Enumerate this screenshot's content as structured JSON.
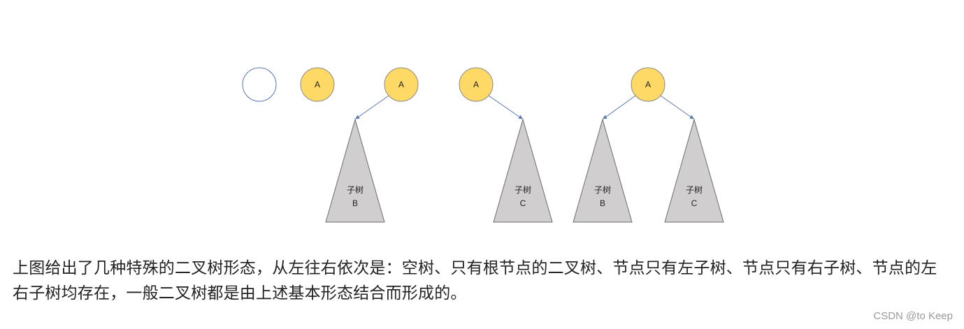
{
  "colors": {
    "node_fill": "#ffd966",
    "node_stroke": "#8a8a8a",
    "empty_stroke": "#5b77b3",
    "edge": "#5b77b3",
    "subtree_fill": "#d0cece",
    "subtree_stroke": "#6d6d6d"
  },
  "diagram": {
    "forms": [
      {
        "root_label": ""
      },
      {
        "root_label": "A"
      },
      {
        "root_label": "A",
        "subtree": {
          "line1": "子树",
          "line2": "B"
        }
      },
      {
        "root_label": "A",
        "subtree": {
          "line1": "子树",
          "line2": "C"
        }
      },
      {
        "root_label": "A",
        "left_subtree": {
          "line1": "子树",
          "line2": "B"
        },
        "right_subtree": {
          "line1": "子树",
          "line2": "C"
        }
      }
    ]
  },
  "caption": "上图给出了几种特殊的二叉树形态，从左往右依次是：空树、只有根节点的二叉树、节点只有左子树、节点只有右子树、节点的左右子树均存在，一般二叉树都是由上述基本形态结合而形成的。",
  "watermark": "CSDN @to Keep"
}
